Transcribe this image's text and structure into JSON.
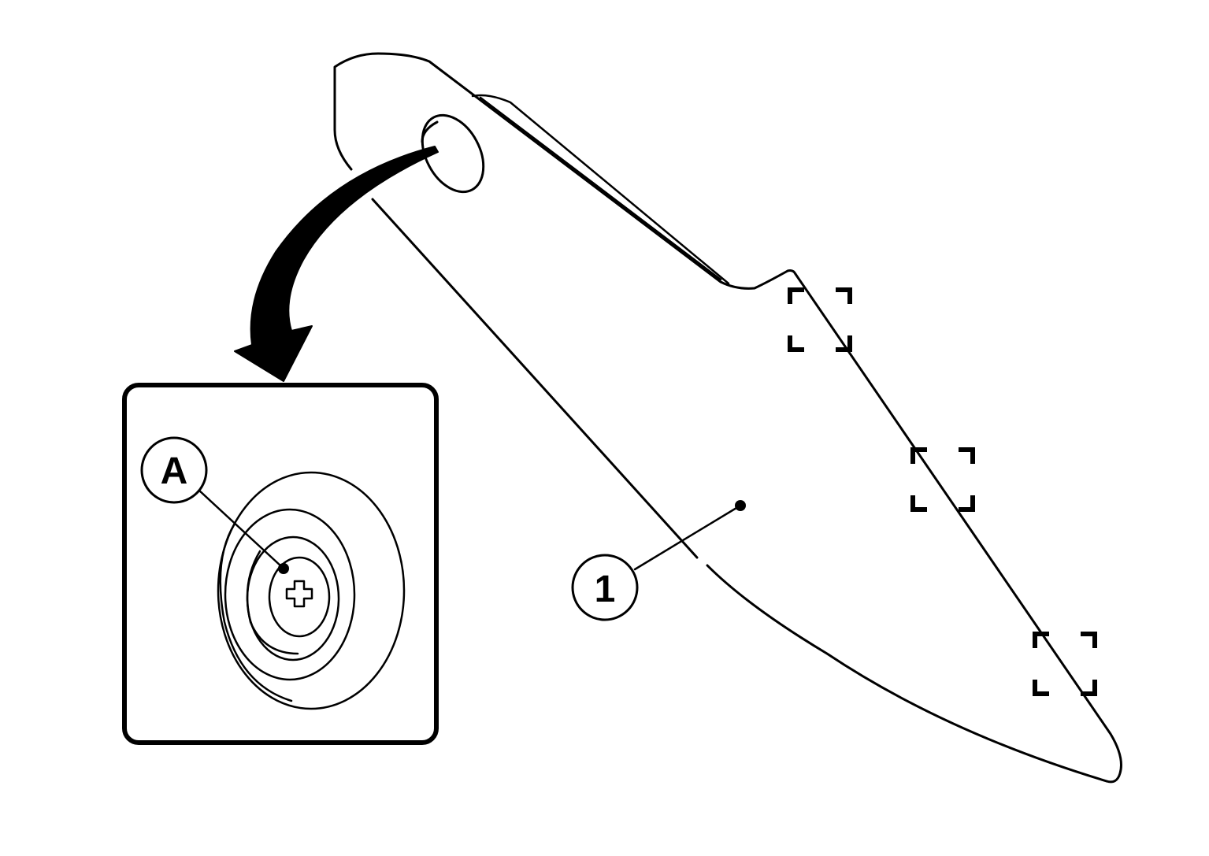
{
  "callouts": {
    "panel": "1",
    "screw": "A"
  },
  "clip_count": 3,
  "icons": {
    "direction_arrow": "curved-arrow-icon",
    "screw_head": "phillips-screw-icon",
    "clip": "clip-bracket-icon"
  },
  "colors": {
    "line": "#000000",
    "background": "#ffffff"
  }
}
